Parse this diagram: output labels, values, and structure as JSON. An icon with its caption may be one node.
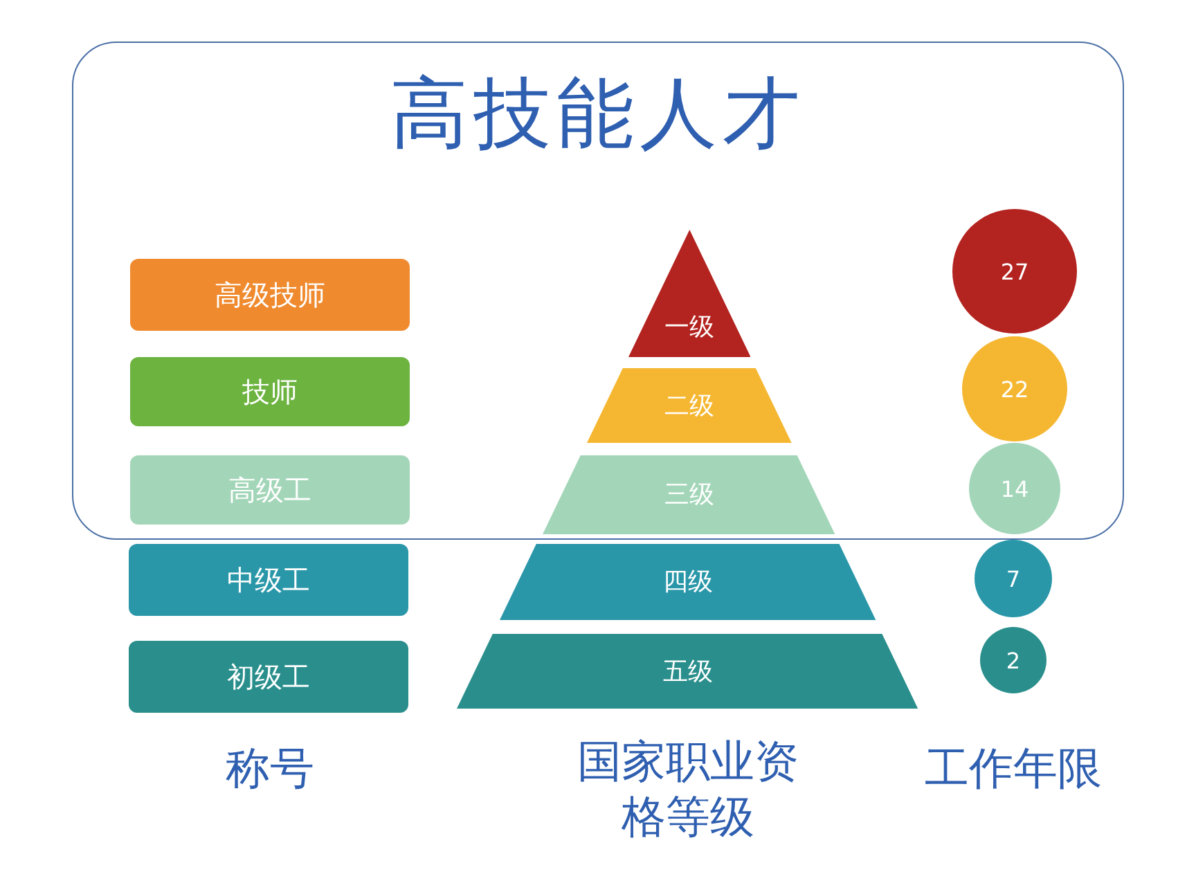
{
  "diagram": {
    "nodes": [
      {
        "text": [
          "高技能人才"
        ]
      },
      {
        "text": [
          "高级技师"
        ],
        "in": 0
      },
      {
        "text": [
          "一级"
        ],
        "in": 0
      },
      {
        "text": [
          "27"
        ],
        "in": 0
      },
      {
        "text": [
          "技师"
        ],
        "in": 0
      },
      {
        "text": [
          "二级"
        ],
        "in": 0
      },
      {
        "text": [
          "22"
        ],
        "in": 0
      },
      {
        "text": [
          "高级工"
        ],
        "in": 0
      },
      {
        "text": [
          "三级"
        ],
        "in": 0
      },
      {
        "text": [
          "14"
        ],
        "in": 0
      },
      {
        "text": [
          "中级工"
        ]
      },
      {
        "text": [
          "四级"
        ]
      },
      {
        "text": [
          "7"
        ]
      },
      {
        "text": [
          "初级工"
        ]
      },
      {
        "text": [
          "五级"
        ]
      },
      {
        "text": [
          "2"
        ]
      }
    ],
    "labels": [
      "称号",
      "国家职业资格等级",
      "工作年限"
    ]
  }
}
